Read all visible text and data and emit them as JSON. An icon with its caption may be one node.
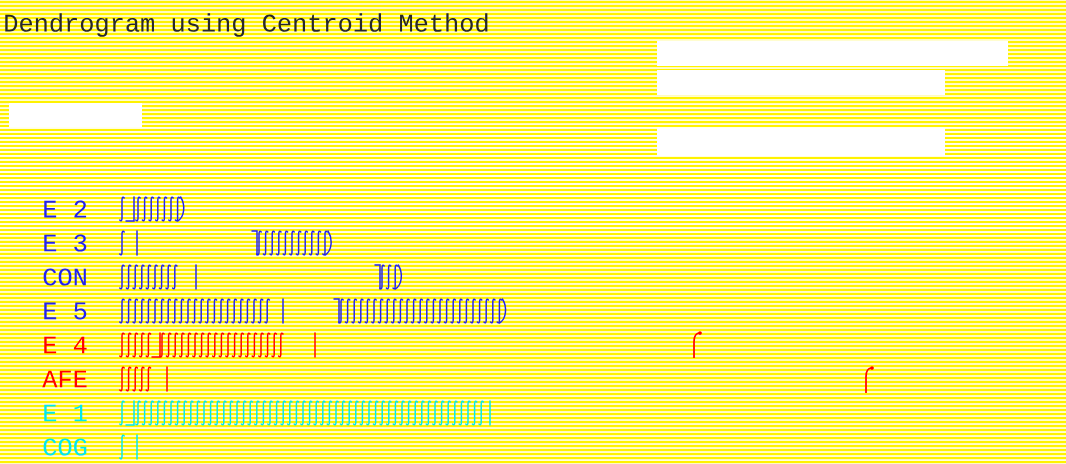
{
  "diagram": {
    "title": "Dendrogram using Centroid Method",
    "labels": [
      "E 2",
      "E 3",
      "CON",
      "E 5",
      "E 4",
      "AFE",
      "E 1",
      "COG"
    ]
  }
}
